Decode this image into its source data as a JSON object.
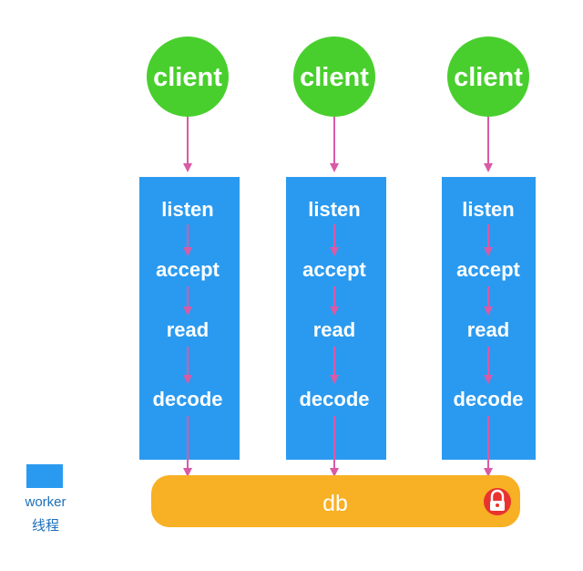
{
  "clients": [
    {
      "label": "client"
    },
    {
      "label": "client"
    },
    {
      "label": "client"
    }
  ],
  "workers": [
    {
      "steps": [
        "listen",
        "accept",
        "read",
        "decode"
      ]
    },
    {
      "steps": [
        "listen",
        "accept",
        "read",
        "decode"
      ]
    },
    {
      "steps": [
        "listen",
        "accept",
        "read",
        "decode"
      ]
    }
  ],
  "db": {
    "label": "db",
    "lock_icon": "lock-icon"
  },
  "legend": {
    "line1": "worker",
    "line2": "线程"
  },
  "colors": {
    "client": "#49cf2d",
    "worker": "#2a9af0",
    "db": "#f8b024",
    "arrow": "#d95aa6",
    "lock": "#e8332f"
  }
}
